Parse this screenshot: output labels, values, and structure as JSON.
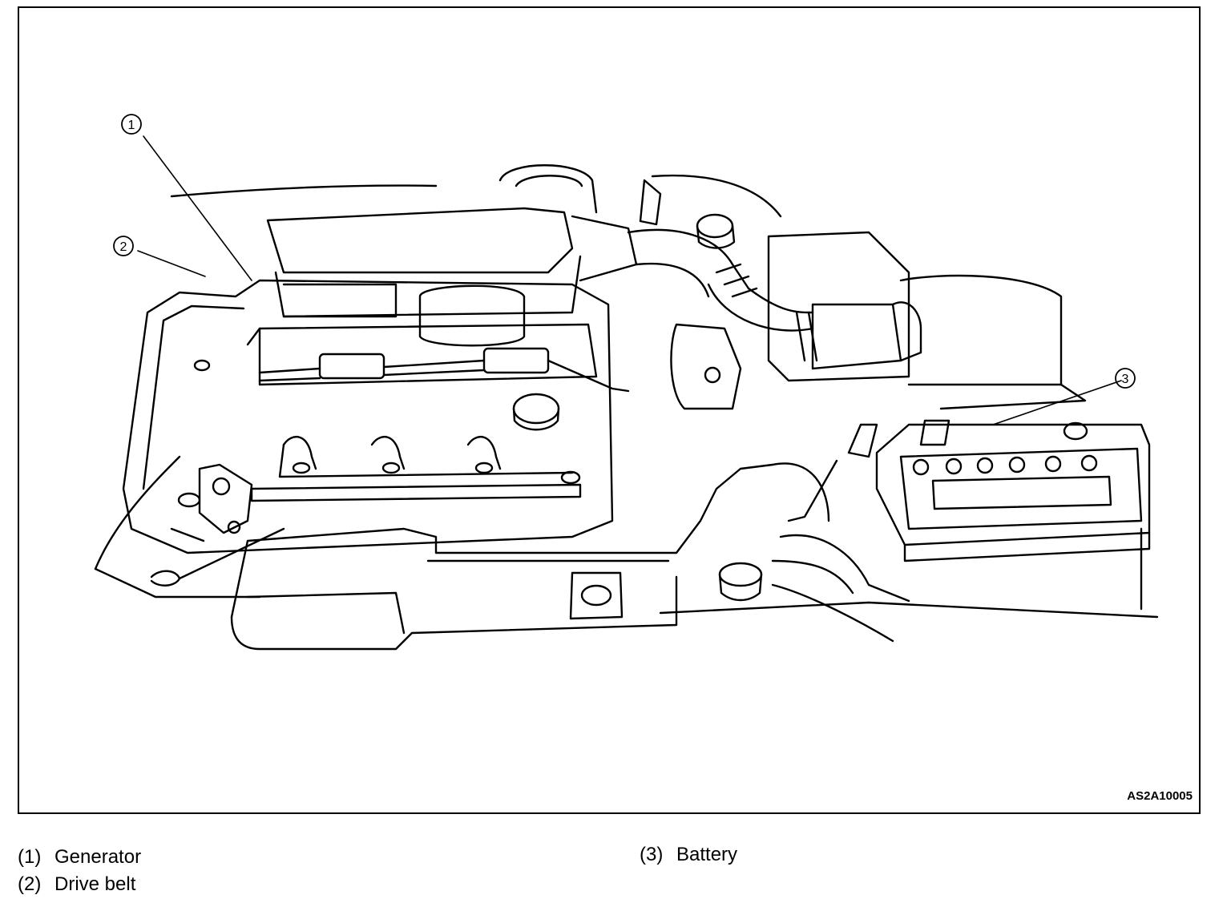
{
  "figure": {
    "code": "AS2A10005",
    "callouts": [
      {
        "id": 1,
        "mark": "①"
      },
      {
        "id": 2,
        "mark": "②"
      },
      {
        "id": 3,
        "mark": "③"
      }
    ]
  },
  "legend": [
    {
      "num": "(1)",
      "label": "Generator"
    },
    {
      "num": "(2)",
      "label": "Drive belt"
    },
    {
      "num": "(3)",
      "label": "Battery"
    }
  ]
}
